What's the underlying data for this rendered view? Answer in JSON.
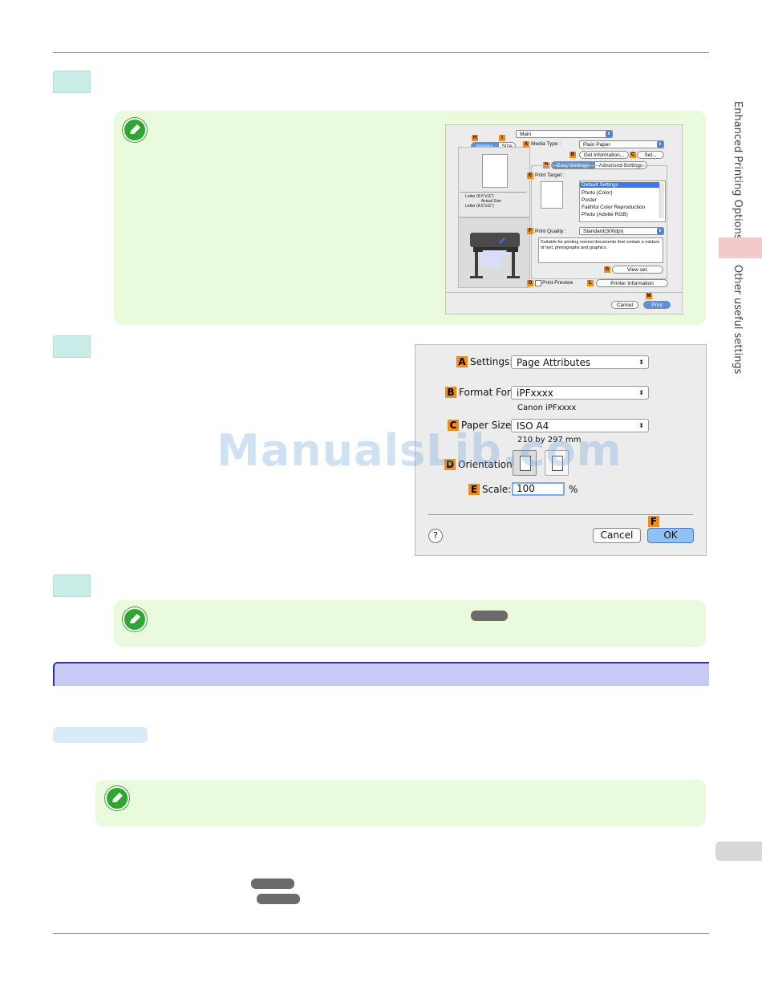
{
  "side_tabs": {
    "section1": "Enhanced Printing Options",
    "section2": "Other useful settings"
  },
  "dialog_main": {
    "preset": "Main",
    "tab_images": "Images",
    "tab_size": "Size",
    "media_type_label": "Media Type :",
    "media_type_value": "Plain Paper",
    "get_info_button": "Get Information...",
    "set_button": "Set...",
    "tab_easy": "Easy Settings",
    "tab_advanced": "Advanced Settings",
    "print_target_label": "Print Target :",
    "print_target_items": [
      "Default Settings",
      "Photo (Color)",
      "Poster",
      "Faithful Color Reproduction",
      "Photo (Adobe RGB)"
    ],
    "print_quality_label": "Print Quality :",
    "print_quality_value": "Standard(300dpi)",
    "description": "Suitable for printing normal documents that contain a mixture of text, photographs and graphics.",
    "view_set_button": "View set.",
    "print_preview_label": "Print Preview",
    "printer_info_button": "Printer Information",
    "cancel_button": "Cancel",
    "print_button": "Print",
    "size_line1": "Letter (8.5\"x11\")",
    "size_line2": "Actual Size",
    "size_line3": "Letter (8.5\"x11\")",
    "letters": {
      "A": "A",
      "B": "B",
      "C": "C",
      "D": "D",
      "E": "E",
      "F": "F",
      "G": "G",
      "H": "H",
      "I": "I",
      "L": "L",
      "M": "M",
      "O": "O"
    }
  },
  "dialog_page": {
    "settings_label": "Settings:",
    "settings_value": "Page Attributes",
    "format_label": "Format For:",
    "format_value": "iPFxxxx",
    "format_sub": "Canon iPFxxxx",
    "paper_label": "Paper Size:",
    "paper_value": "ISO A4",
    "paper_sub": "210 by 297 mm",
    "orientation_label": "Orientation:",
    "scale_label": "Scale:",
    "scale_value": "100",
    "scale_unit": "%",
    "help": "?",
    "cancel_button": "Cancel",
    "ok_button": "OK",
    "letters": {
      "A": "A",
      "B": "B",
      "C": "C",
      "D": "D",
      "E": "E",
      "F": "F"
    }
  },
  "watermark": "ManualsLib.com",
  "colors": {
    "note_bg": "#e9fbdc",
    "note_icon": "#2fa632",
    "step_tab": "#c8ece6",
    "section_bar": "#c9c9f7",
    "orange_letter": "#f08c1a",
    "side_tab_pink": "#f4c9c9"
  }
}
